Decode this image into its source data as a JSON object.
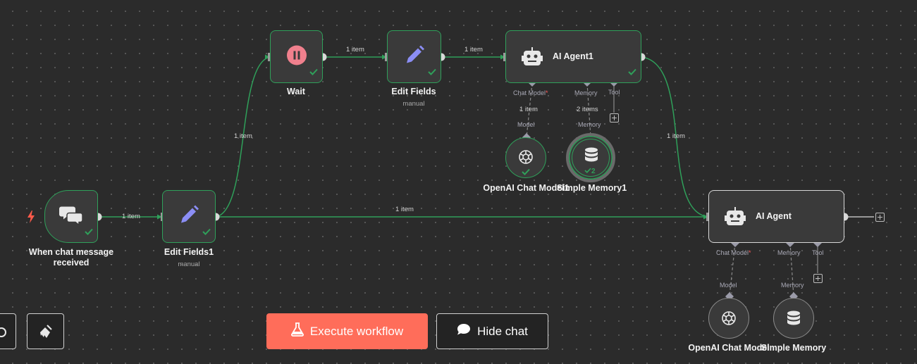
{
  "nodes": {
    "trigger": {
      "label_line1": "When chat message",
      "label_line2": "received",
      "icon": "chat-bubbles-icon",
      "trigger_icon": "lightning-bolt-icon"
    },
    "edit_fields1": {
      "label": "Edit Fields1",
      "sub": "manual",
      "icon": "pencil-icon"
    },
    "wait": {
      "label": "Wait",
      "icon": "pause-icon"
    },
    "edit_fields": {
      "label": "Edit Fields",
      "sub": "manual",
      "icon": "pencil-icon"
    },
    "ai_agent1": {
      "label": "AI Agent1",
      "icon": "robot-icon",
      "ports": {
        "chat_model": "Chat Model",
        "required_mark": "*",
        "memory": "Memory",
        "tool": "Tool"
      }
    },
    "ai_agent": {
      "label": "AI Agent",
      "icon": "robot-icon",
      "ports": {
        "chat_model": "Chat Model",
        "required_mark": "*",
        "memory": "Memory",
        "tool": "Tool"
      }
    },
    "openai_chat_model1": {
      "label": "OpenAI Chat Model1",
      "port": "Model",
      "icon": "openai-icon"
    },
    "simple_memory1": {
      "label": "Simple Memory1",
      "port": "Memory",
      "icon": "database-icon",
      "run_count": "2"
    },
    "openai_chat_model": {
      "label": "OpenAI Chat Model",
      "port": "Model",
      "icon": "openai-icon"
    },
    "simple_memory": {
      "label": "Simple Memory",
      "port": "Memory",
      "icon": "database-icon"
    }
  },
  "edges": {
    "trigger_to_edit1": "1 item",
    "edit1_to_wait": "1 item",
    "wait_to_edit": "1 item",
    "edit_to_agent1": "1 item",
    "agent1_to_agent": "1 item",
    "edit1_to_agent": "1 item",
    "model1_to_agent1": "1 item",
    "memory1_to_agent1": "2 items"
  },
  "toolbar": {
    "execute_label": "Execute workflow",
    "execute_icon": "flask-icon",
    "hide_chat_label": "Hide chat",
    "hide_chat_icon": "chat-icon",
    "clear_icon": "broom-icon",
    "left_icon": "zoom-reset-icon"
  },
  "colors": {
    "canvas": "#2b2b2b",
    "success": "#2fa05a",
    "accent": "#ff6d5a",
    "node_bg": "#3a3a3a"
  }
}
